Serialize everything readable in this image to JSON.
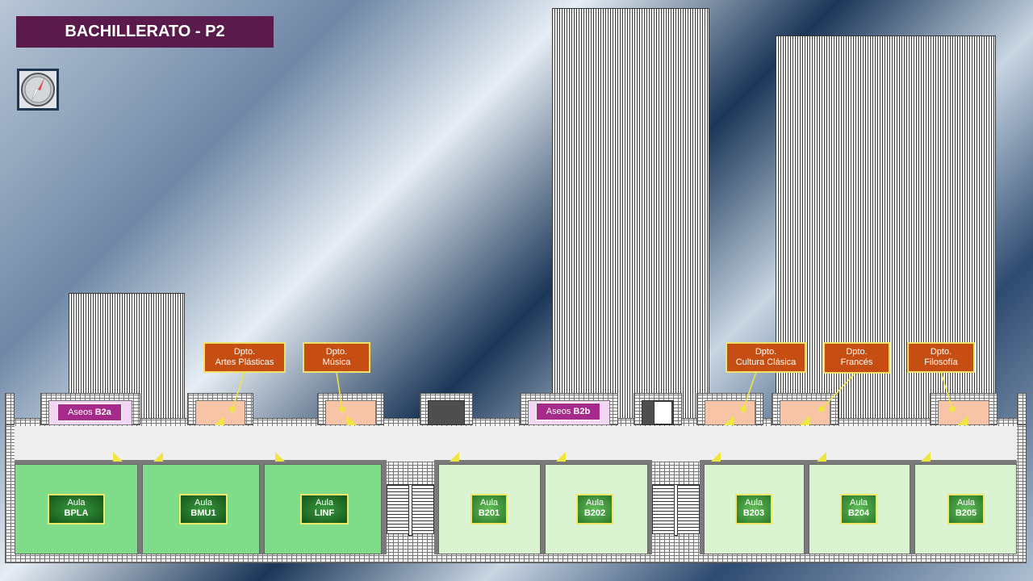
{
  "header": {
    "title": "BACHILLERATO  -  P2"
  },
  "compass": {
    "icon": "compass-icon"
  },
  "aulas": [
    {
      "line1": "Aula",
      "line2": "BPLA"
    },
    {
      "line1": "Aula",
      "line2": "BMU1"
    },
    {
      "line1": "Aula",
      "line2": "LINF"
    },
    {
      "line1": "Aula",
      "line2": "B201"
    },
    {
      "line1": "Aula",
      "line2": "B202"
    },
    {
      "line1": "Aula",
      "line2": "B203"
    },
    {
      "line1": "Aula",
      "line2": "B204"
    },
    {
      "line1": "Aula",
      "line2": "B205"
    }
  ],
  "aseos": [
    {
      "prefix": "Aseos",
      "code": "B2a"
    },
    {
      "prefix": "Aseos",
      "code": "B2b"
    }
  ],
  "departments": [
    {
      "line1": "Dpto.",
      "line2": "Artes Plásticas"
    },
    {
      "line1": "Dpto.",
      "line2": "Música"
    },
    {
      "line1": "Dpto.",
      "line2": "Cultura Clásica"
    },
    {
      "line1": "Dpto.",
      "line2": "Francés"
    },
    {
      "line1": "Dpto.",
      "line2": "Filosofía"
    }
  ],
  "colors": {
    "title_bg": "#5a1a4c",
    "dept_label_bg": "#c64e12",
    "aseos_label_bg": "#a52a8a",
    "room_dark": "#7fdc88",
    "room_light": "#daf4d2",
    "door_marker": "#f0e640"
  }
}
